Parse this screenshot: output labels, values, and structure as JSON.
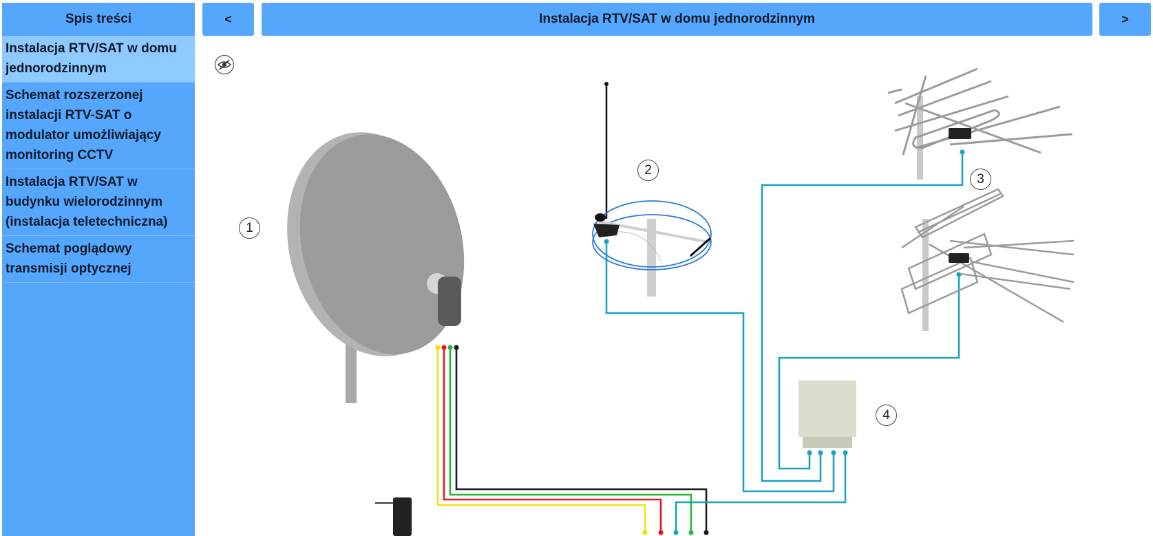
{
  "sidebar": {
    "header": "Spis treści",
    "items": [
      {
        "label": "Instalacja RTV/SAT w domu jednorodzinnym",
        "active": true
      },
      {
        "label": "Schemat rozszerzonej instalacji RTV-SAT o modulator umożliwiający monitoring CCTV",
        "active": false
      },
      {
        "label": "Instalacja RTV/SAT w budynku wielorodzinnym (instalacja teletechniczna)",
        "active": false
      },
      {
        "label": "Schemat poglądowy transmisji optycznej",
        "active": false
      }
    ]
  },
  "nav": {
    "prev": "<",
    "next": ">",
    "title": "Instalacja RTV/SAT w domu jednorodzinnym"
  },
  "toolbar": {
    "toggle_icon": "eye-slash-icon"
  },
  "diagram": {
    "markers": [
      "1",
      "2",
      "3",
      "4"
    ],
    "colors": {
      "cable_blue": "#1aa1c4",
      "cable_yellow": "#f2e20d",
      "cable_red": "#e01b1b",
      "cable_green": "#2bb33a",
      "cable_black": "#1a1a1a",
      "dish": "#9a9a9a",
      "multiswitch": "#dcdccf"
    }
  }
}
